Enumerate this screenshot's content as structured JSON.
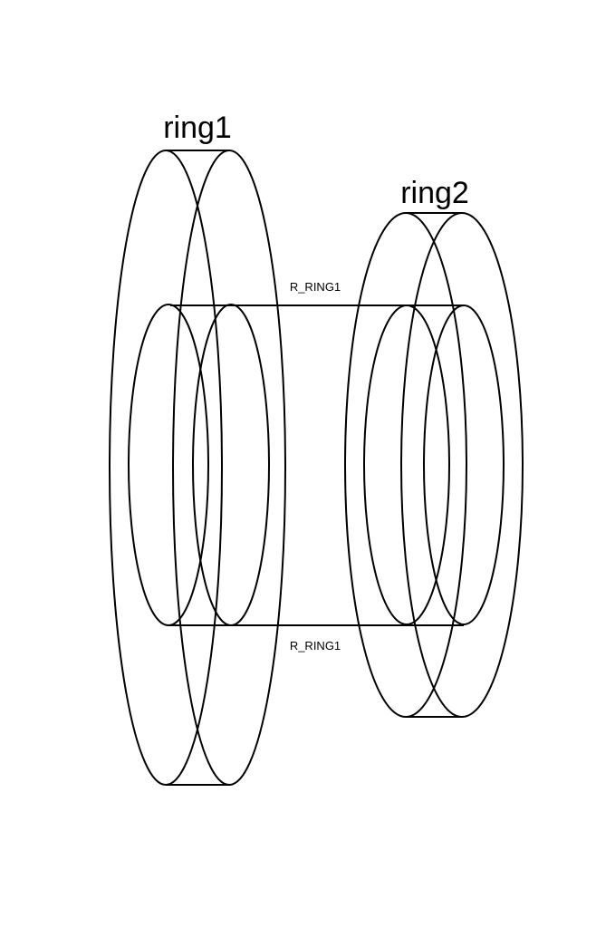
{
  "rings": [
    {
      "id": "ring1",
      "label": "ring1"
    },
    {
      "id": "ring2",
      "label": "ring2"
    }
  ],
  "connector": {
    "top_label": "R_RING1",
    "bottom_label": "R_RING1"
  },
  "colors": {
    "stroke": "#000000",
    "background": "#ffffff"
  }
}
